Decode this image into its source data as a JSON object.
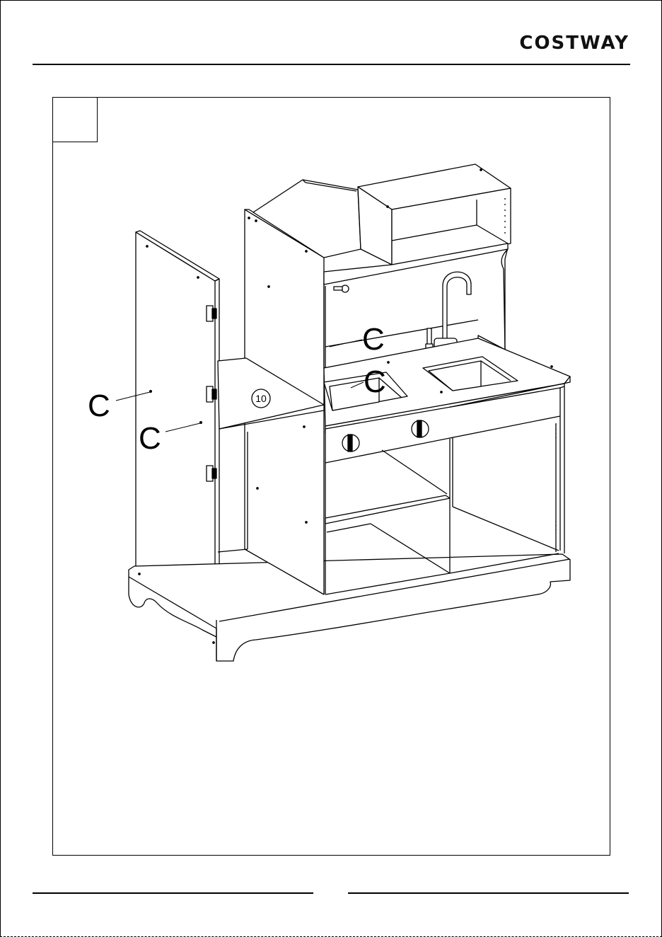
{
  "header": {
    "brand": "COSTWAY"
  },
  "step": {
    "number": ""
  },
  "drawing": {
    "callouts": [
      "C",
      "C",
      "C",
      "C"
    ],
    "part_number": "10"
  }
}
